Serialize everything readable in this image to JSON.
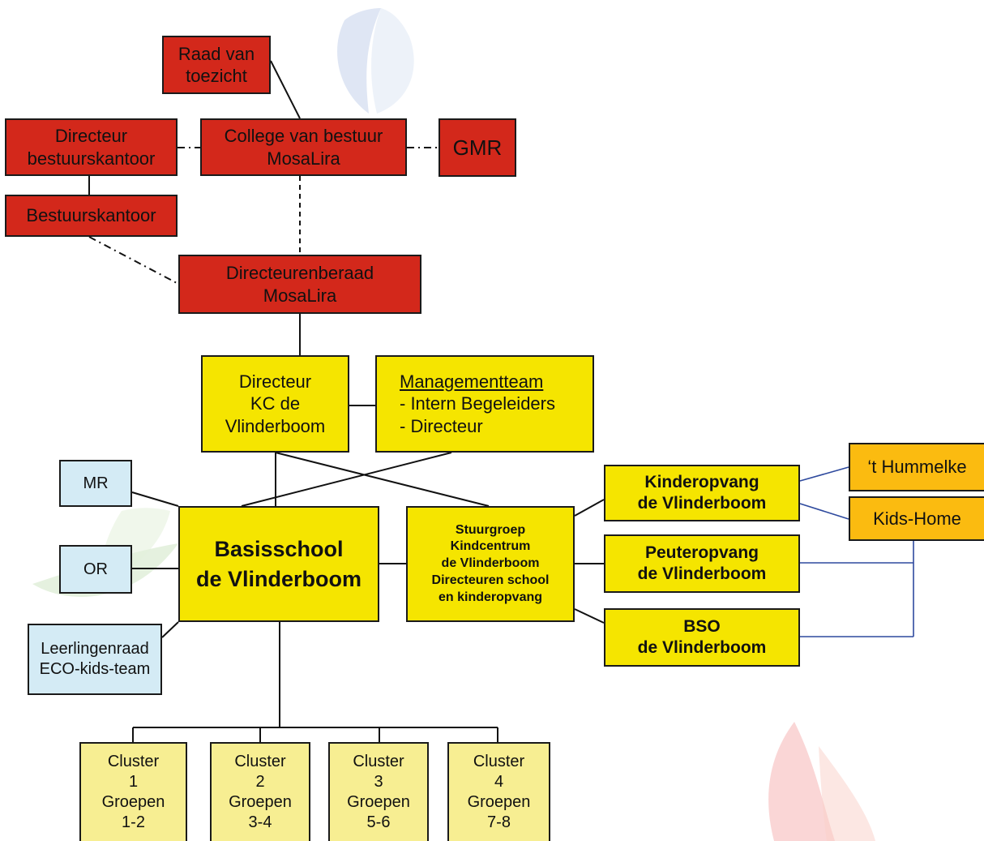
{
  "governance": {
    "raad": [
      "Raad van",
      "toezicht"
    ],
    "college": [
      "College van bestuur",
      "MosaLira"
    ],
    "gmr": [
      "GMR"
    ],
    "directeur_bestuur": [
      "Directeur",
      "bestuurskantoor"
    ],
    "bestuurskantoor": [
      "Bestuurskantoor"
    ],
    "directeurenberaad": [
      "Directeurenberaad",
      "MosaLira"
    ]
  },
  "leadership": {
    "directeur": [
      "Directeur",
      "KC de",
      "Vlinderboom"
    ],
    "mt_title": "Managementteam",
    "mt_items": [
      "- Intern Begeleiders",
      "- Directeur"
    ]
  },
  "school": {
    "name": [
      "Basisschool",
      "de Vlinderboom"
    ]
  },
  "councils": {
    "mr": [
      "MR"
    ],
    "or": [
      "OR"
    ],
    "leerlingenraad": [
      "Leerlingenraad",
      "ECO-kids-team"
    ]
  },
  "stuurgroep": [
    "Stuurgroep",
    "Kindcentrum",
    "de Vlinderboom",
    "Directeuren school",
    "en kinderopvang"
  ],
  "opvang": {
    "kinderopvang": [
      "Kinderopvang",
      "de Vlinderboom"
    ],
    "peuteropvang": [
      "Peuteropvang",
      "de Vlinderboom"
    ],
    "bso": [
      "BSO",
      "de Vlinderboom"
    ],
    "hummelke": [
      "‘t Hummelke"
    ],
    "kidshome": [
      "Kids-Home"
    ]
  },
  "clusters": [
    [
      "Cluster",
      "1",
      "Groepen",
      "1-2"
    ],
    [
      "Cluster",
      "2",
      "Groepen",
      "3-4"
    ],
    [
      "Cluster",
      "3",
      "Groepen",
      "5-6"
    ],
    [
      "Cluster",
      "4",
      "Groepen",
      "7-8"
    ]
  ],
  "colors": {
    "governance": "#d3281b",
    "kc": "#f5e500",
    "cluster": "#f7ee92",
    "council": "#d4ebf5",
    "partner": "#fbbb10",
    "partner_line": "#2e4a9e"
  }
}
